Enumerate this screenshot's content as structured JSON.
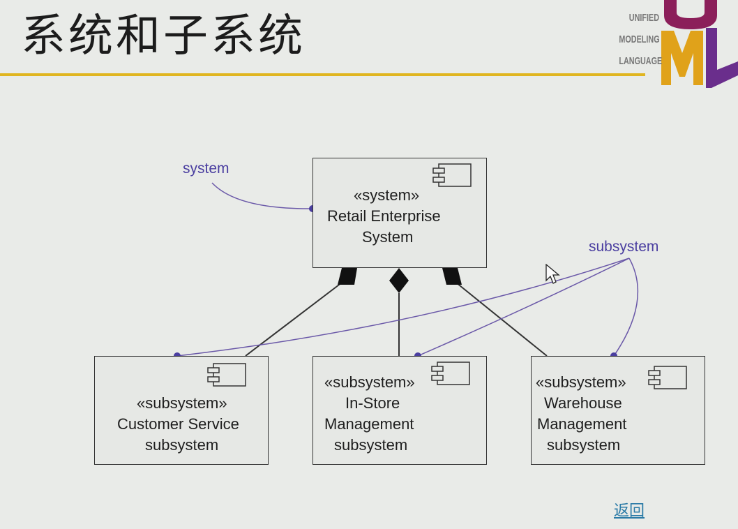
{
  "title": "系统和子系统",
  "logo": {
    "words": [
      "UNIFIED",
      "MODELING",
      "LANGUAGE"
    ],
    "colors": {
      "u": "#8b1f5a",
      "m": "#e0a21a",
      "l": "#6a2e8c"
    }
  },
  "colors": {
    "title_rule": "#e0b520",
    "note_line": "#6a58a8",
    "note_text": "#4a3ea0",
    "link": "#2a7aa6"
  },
  "notes": {
    "system": "system",
    "subsystem": "subsystem"
  },
  "boxes": {
    "retail": {
      "line1": "«system»",
      "line2": "Retail Enterprise",
      "line3": "System"
    },
    "customer": {
      "line1": "«subsystem»",
      "line2": "Customer Service",
      "line3": "subsystem"
    },
    "instore": {
      "line1": "«subsystem»",
      "line2": "In-Store",
      "line3": "Management",
      "line4": "subsystem"
    },
    "warehouse": {
      "line1": "«subsystem»",
      "line2": "Warehouse",
      "line3": "Management",
      "line4": "subsystem"
    }
  },
  "back_link": "返回"
}
